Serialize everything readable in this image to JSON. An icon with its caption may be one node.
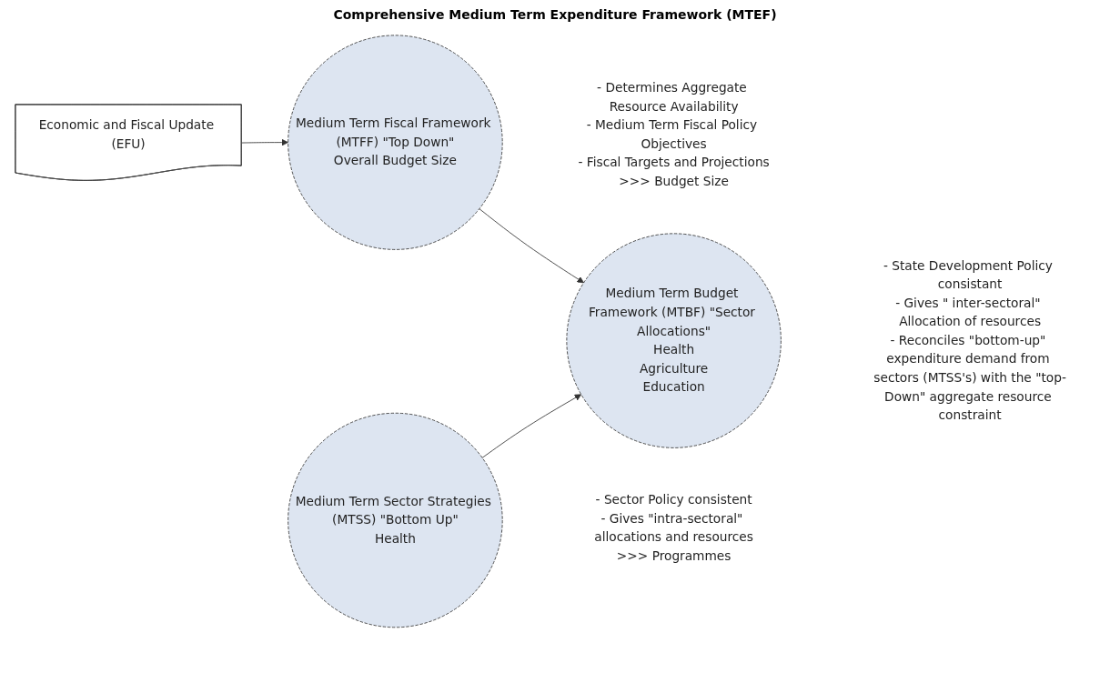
{
  "diagram": {
    "title": "Comprehensive Medium Term Expenditure Framework (MTEF)",
    "nodes": [
      {
        "text": [
          "Economic and Fiscal Update (EFU)"
        ]
      },
      {
        "text": [
          "Medium Term Fiscal Framework (MTFF) \"Top Down\"",
          "Overall Budget Size"
        ],
        "beside": [
          "- Determines Aggregate Resource Availability",
          "- Medium Term Fiscal Policy Objectives",
          "- Fiscal Targets and Projections",
          ">>> Budget Size"
        ]
      },
      {
        "text": [
          "Medium Term Budget Framework (MTBF) \"Sector Allocations\"",
          "Health",
          "Agriculture",
          "Education"
        ],
        "beside": [
          "- State Development Policy consistant",
          "- Gives \" inter-sectoral\" Allocation of resources",
          "- Reconciles \"bottom-up\" expenditure demand from sectors (MTSS's) with the \"top-Down\" aggregate resource constraint"
        ]
      },
      {
        "text": [
          "Medium Term Sector Strategies (MTSS) \"Bottom Up\"",
          "Health"
        ],
        "beside": [
          "- Sector Policy consistent",
          "- Gives \"intra-sectoral\" allocations and resources",
          ">>> Programmes"
        ]
      }
    ],
    "edges": [
      {
        "from": 0,
        "to": 1,
        "arrow": "to"
      },
      {
        "from": 1,
        "to": 2,
        "arrow": "to"
      },
      {
        "from": 3,
        "to": 2,
        "arrow": "to"
      }
    ]
  }
}
